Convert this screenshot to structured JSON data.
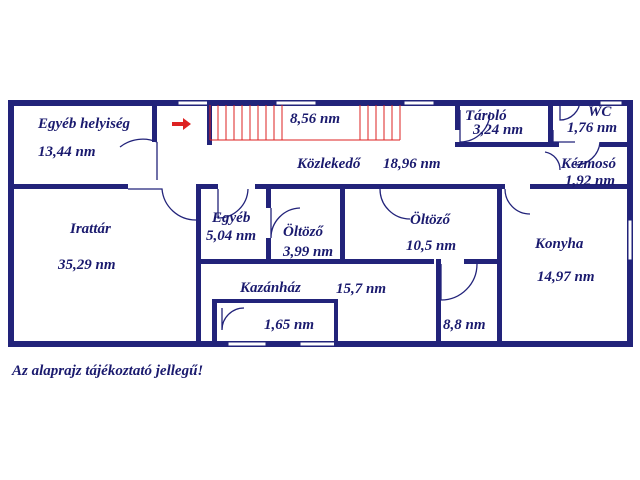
{
  "rooms": [
    {
      "name": "Egyéb helyiség",
      "area": "13,44 nm"
    },
    {
      "name": "",
      "area": "8,56 nm"
    },
    {
      "name": "Tároló",
      "area": "3,24 nm"
    },
    {
      "name": "WC",
      "area": "1,76 nm"
    },
    {
      "name": "Közlekedő",
      "area": "18,96 nm"
    },
    {
      "name": "Kézmosó",
      "area": "1,92 nm"
    },
    {
      "name": "Irattár",
      "area": "35,29 nm"
    },
    {
      "name": "Egyéb",
      "area": "5,04 nm"
    },
    {
      "name": "Öltöző",
      "area": "3,99 nm"
    },
    {
      "name": "Öltöző",
      "area": "10,5 nm"
    },
    {
      "name": "Konyha",
      "area": "14,97 nm"
    },
    {
      "name": "Kazánház",
      "area": "15,7 nm"
    },
    {
      "name": "",
      "area": "1,65 nm"
    },
    {
      "name": "",
      "area": "8,8 nm"
    }
  ],
  "note": "Az alaprajz tájékoztató jellegű!",
  "colors": {
    "wall": "#22237a",
    "label": "#1a1a6e",
    "stair": "#dd2222"
  },
  "icons": {
    "entry": "red-arrow-icon"
  }
}
